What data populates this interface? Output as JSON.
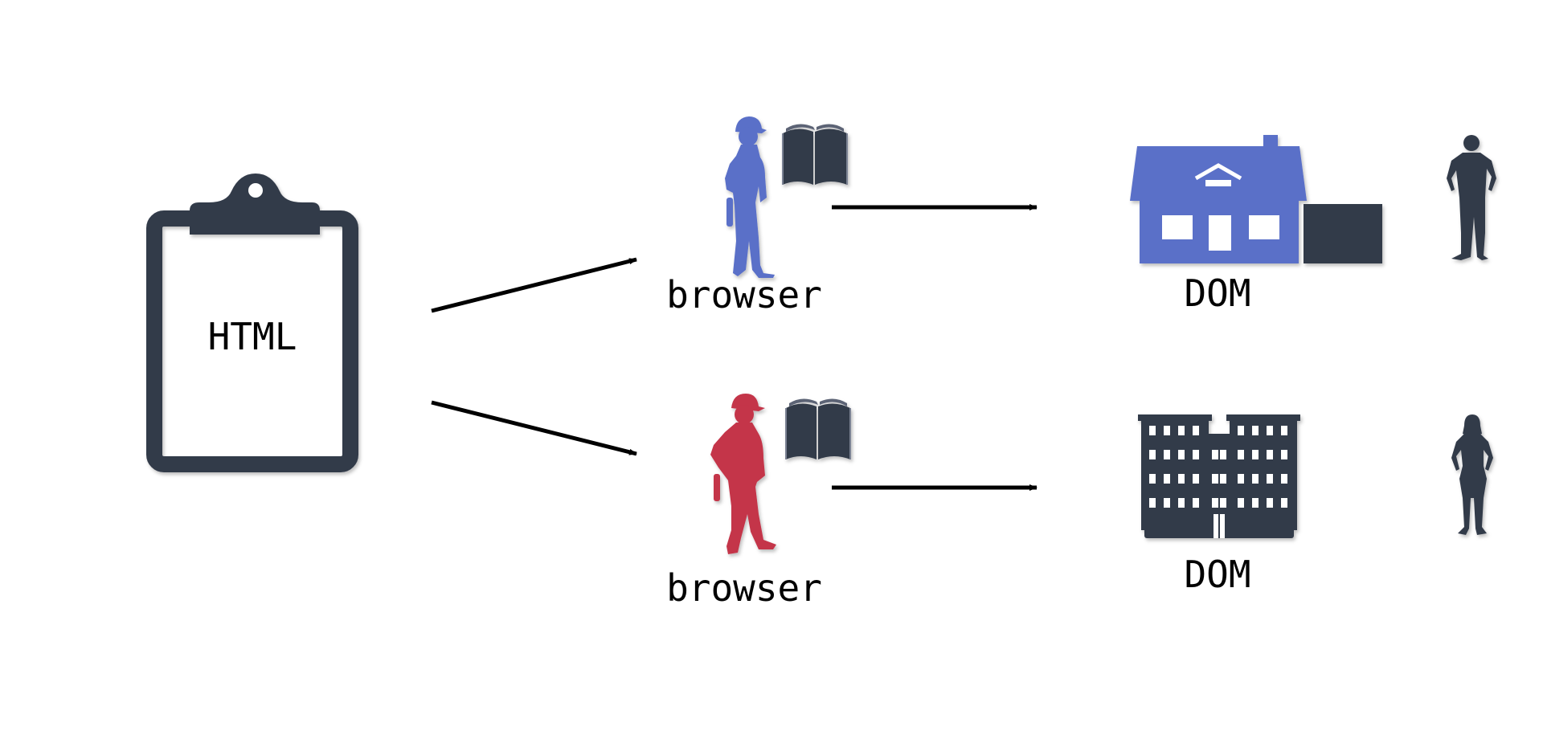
{
  "source": {
    "label": "HTML",
    "icon": "clipboard-icon"
  },
  "renderers": [
    {
      "label": "browser",
      "icon": "construction-worker-icon",
      "accessory": "open-book-icon",
      "color": "#5a6fc8",
      "result": {
        "label": "DOM",
        "icon": "house-icon",
        "color": "#5a6fc8",
        "resident": "man-silhouette-icon"
      }
    },
    {
      "label": "browser",
      "icon": "construction-worker-icon",
      "accessory": "open-book-icon",
      "color": "#c4344a",
      "result": {
        "label": "DOM",
        "icon": "apartment-building-icon",
        "color": "#333b4a",
        "resident": "woman-silhouette-icon"
      }
    }
  ],
  "colors": {
    "dark": "#333b4a",
    "arrow": "#000000",
    "background": "#ffffff"
  }
}
